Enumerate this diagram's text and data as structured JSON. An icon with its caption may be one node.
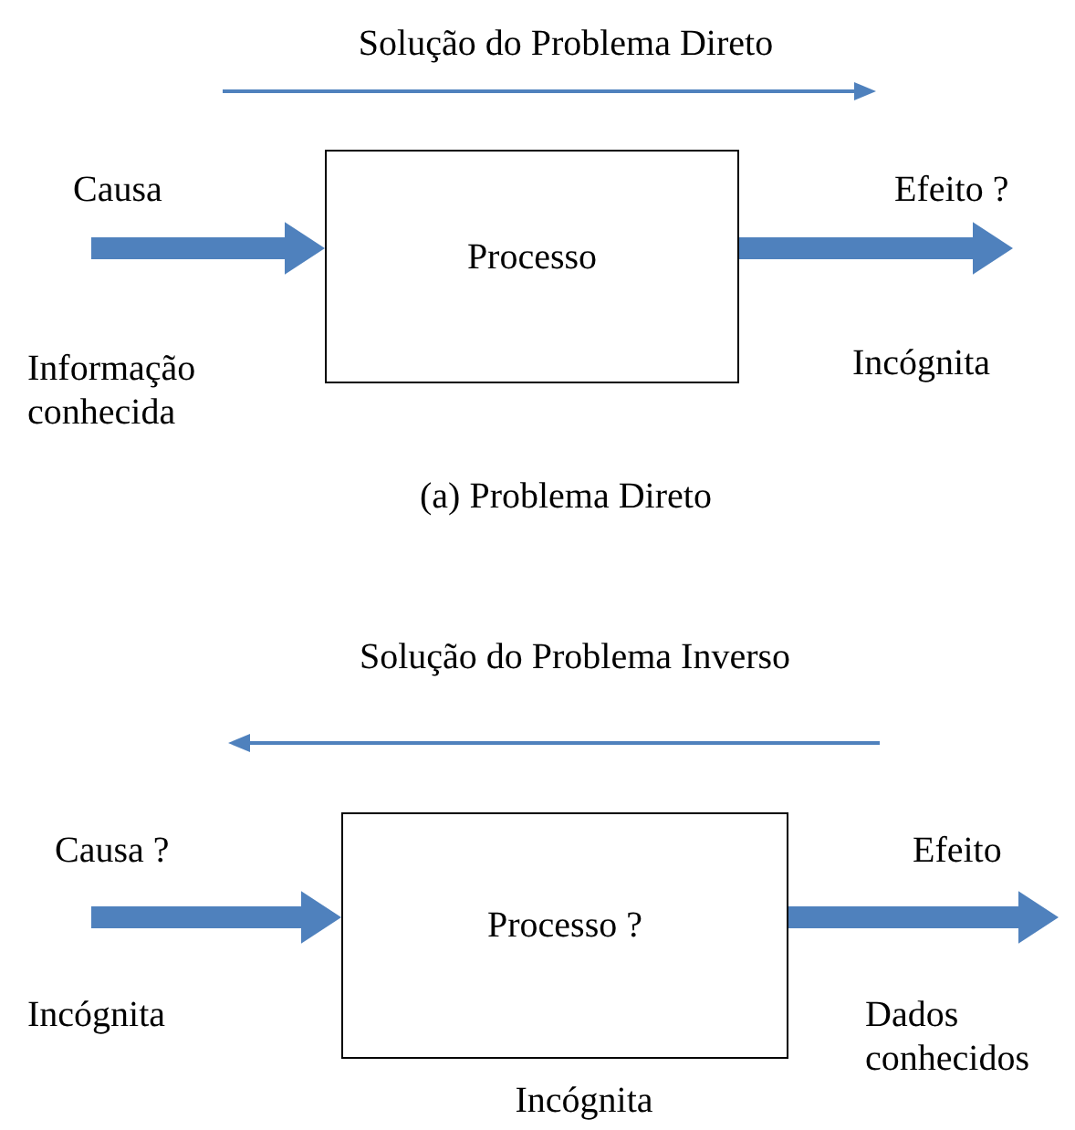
{
  "diagram": {
    "nodes": [
      {
        "text": [
          "Processo"
        ]
      },
      {
        "text": [
          "Processo ?"
        ],
        "beside": [
          "Incógnita"
        ]
      }
    ],
    "edges": [
      {
        "from": null,
        "to": 0,
        "arrow": "to"
      },
      {
        "from": 0,
        "to": null,
        "arrow": "to"
      },
      {
        "from": null,
        "to": 1,
        "arrow": "to"
      },
      {
        "from": 1,
        "to": null,
        "arrow": "to"
      }
    ],
    "labels": [
      "Solução do Problema Direto",
      "Causa",
      "Efeito ?",
      "Informação conhecida",
      "Incógnita",
      "(a) Problema Direto",
      "Solução do Problema Inverso",
      "Causa ?",
      "Efeito",
      "Incógnita",
      "Dados conhecidos"
    ]
  }
}
